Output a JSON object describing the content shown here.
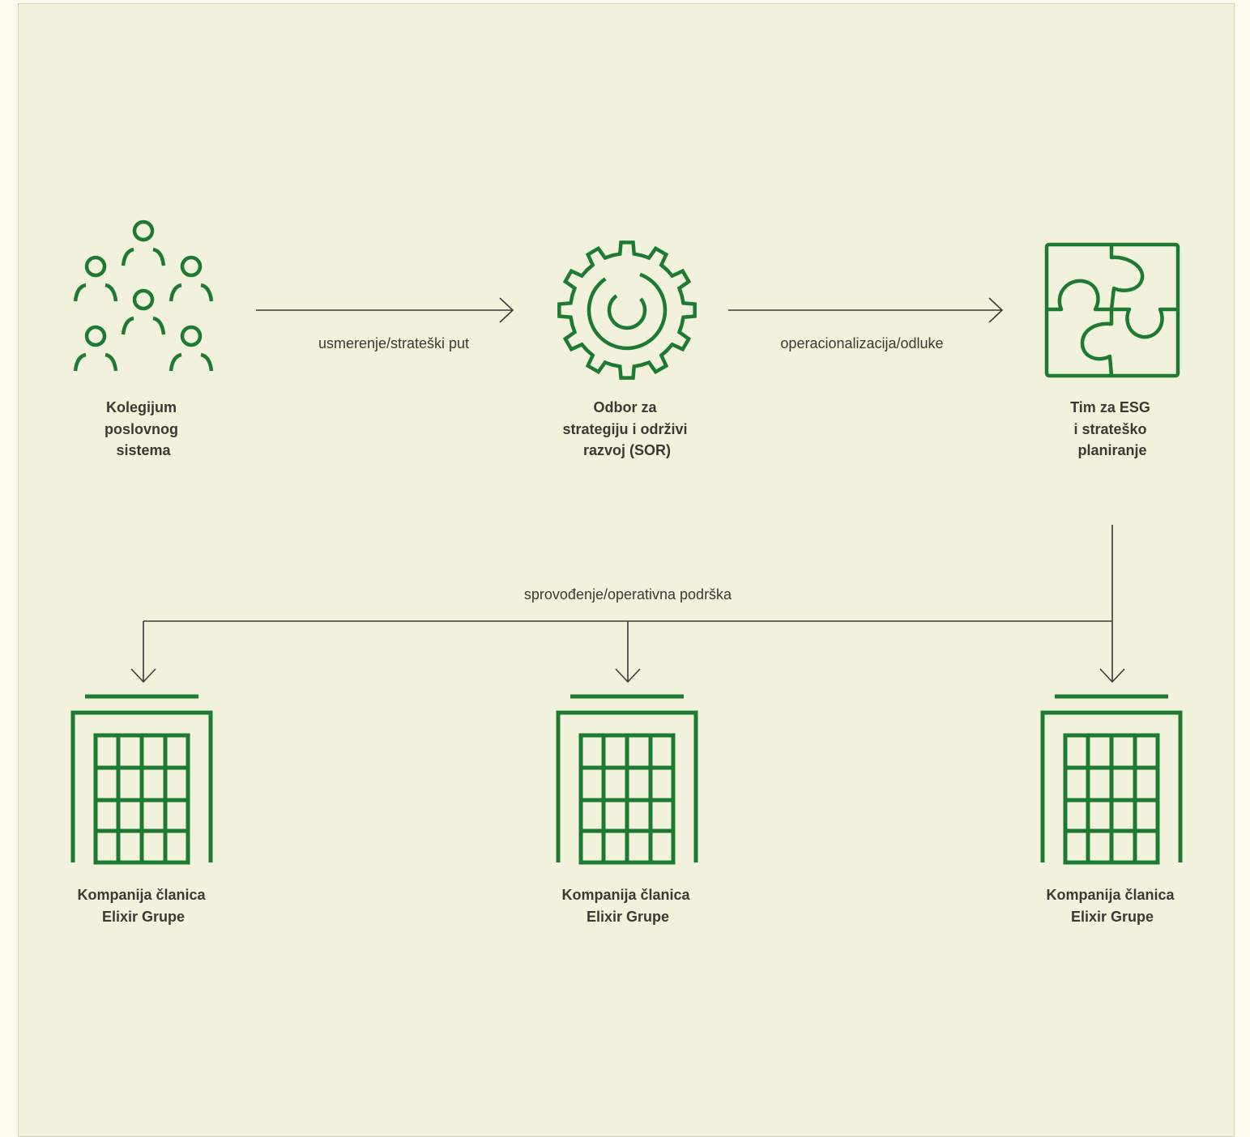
{
  "colors": {
    "background": "#f2f1dc",
    "outer": "#fdfbf0",
    "icon": "#1c7a32",
    "line": "#3a3a34",
    "text": "#3a3a34"
  },
  "nodes": {
    "kolegijum": {
      "icon": "people-group-icon",
      "lines": [
        "Kolegijum",
        "poslovnog",
        "sistema"
      ]
    },
    "sor": {
      "icon": "gear-icon",
      "lines": [
        "Odbor za",
        "strategiju i održivi",
        "razvoj (SOR)"
      ]
    },
    "esg": {
      "icon": "puzzle-icon",
      "lines": [
        "Tim za ESG",
        "i strateško",
        "planiranje"
      ]
    },
    "company1": {
      "icon": "building-icon",
      "lines": [
        "Kompanija članica",
        "Elixir Grupe"
      ]
    },
    "company2": {
      "icon": "building-icon",
      "lines": [
        "Kompanija članica",
        "Elixir Grupe"
      ]
    },
    "company3": {
      "icon": "building-icon",
      "lines": [
        "Kompanija članica",
        "Elixir Grupe"
      ]
    }
  },
  "edges": {
    "kolegijum_to_sor": "usmerenje/strateški put",
    "sor_to_esg": "operacionalizacija/odluke",
    "esg_to_companies": "sprovođenje/operativna podrška"
  }
}
